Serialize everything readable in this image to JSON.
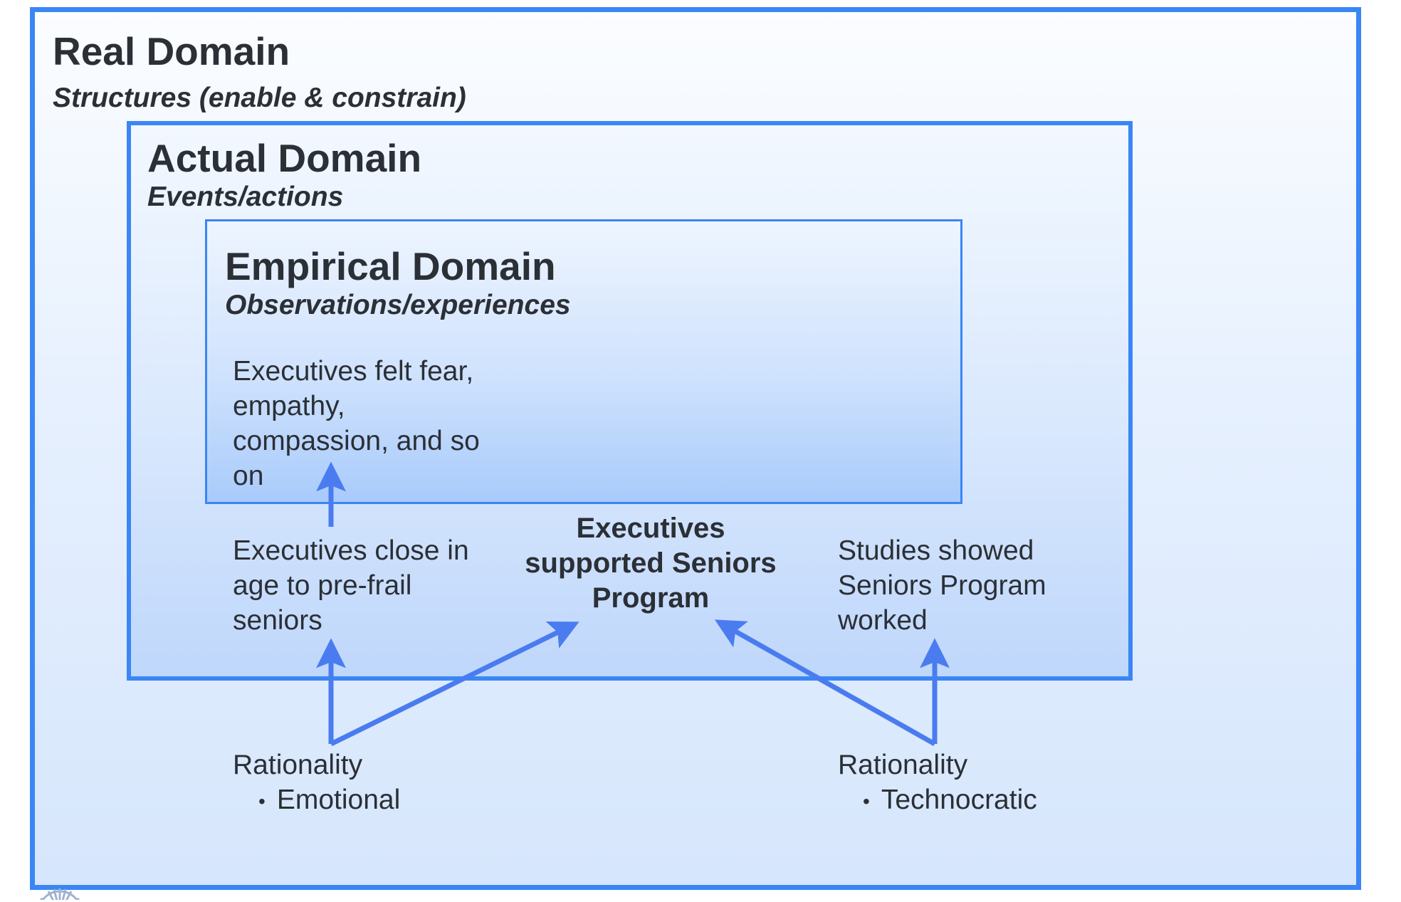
{
  "colors": {
    "frame_border": "#3a86f5",
    "arrow": "#4a7cf0",
    "text": "#2b2f36"
  },
  "real_domain": {
    "title": "Real Domain",
    "subtitle": "Structures (enable & constrain)"
  },
  "actual_domain": {
    "title": "Actual Domain",
    "subtitle": "Events/actions"
  },
  "empirical_domain": {
    "title": "Empirical Domain",
    "subtitle": "Observations/experiences",
    "note": [
      "Executives felt fear,",
      "empathy,",
      "compassion, and so",
      "on"
    ]
  },
  "events": {
    "left": [
      "Executives close in",
      "age to pre-frail",
      "seniors"
    ],
    "center": [
      "Executives",
      "supported Seniors",
      "Program"
    ],
    "right": [
      "Studies showed",
      "Seniors Program",
      "worked"
    ]
  },
  "mechanisms": {
    "left": {
      "label": "Rationality",
      "bullet": "Emotional"
    },
    "right": {
      "label": "Rationality",
      "bullet": "Technocratic"
    }
  },
  "icons": {
    "bullet": "•",
    "logo": "sunburst-logo-icon"
  }
}
